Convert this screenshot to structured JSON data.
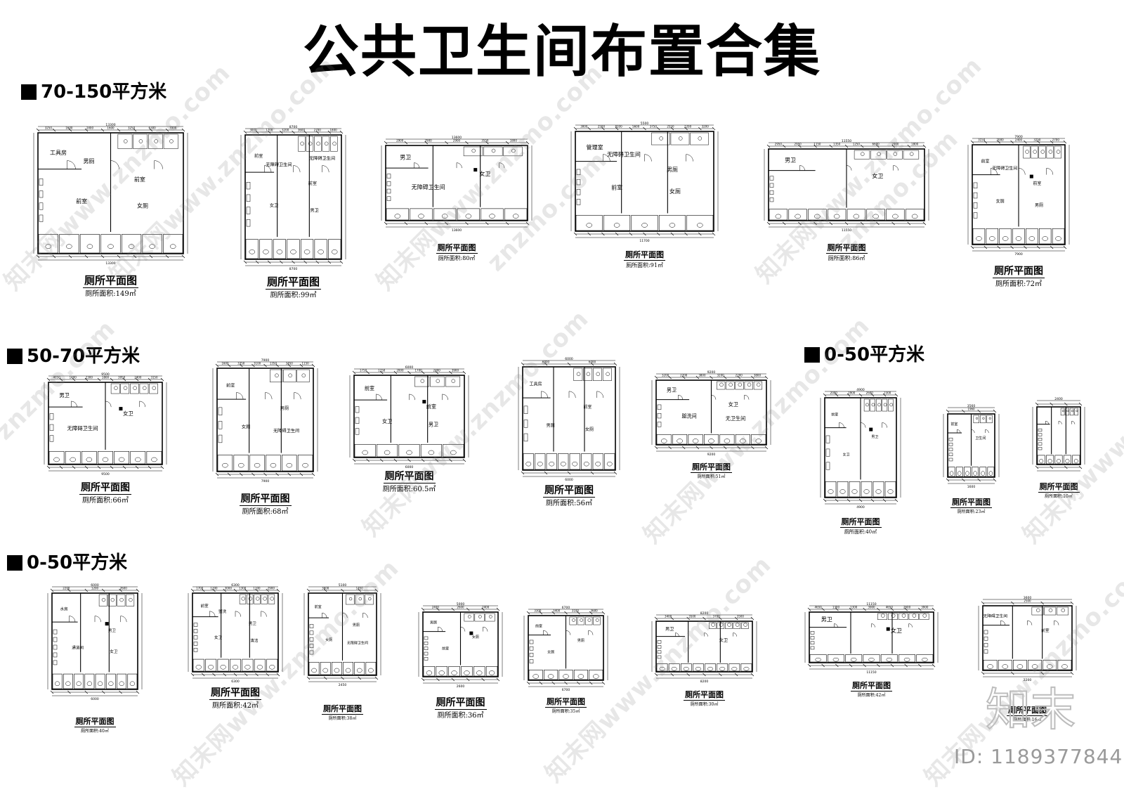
{
  "title": "公共卫生间布置合集",
  "sections": {
    "s1": "70-150平方米",
    "s2": "50-70平方米",
    "s3": "0-50平方米",
    "s4": "0-50平方米"
  },
  "plans": [
    {
      "title": "厕所平面图",
      "area": "厕所面积:149㎡",
      "rooms": [
        "工具房",
        "前室",
        "前室",
        "女厕",
        "男厕"
      ],
      "dims": [
        "13300",
        "3250",
        "1600",
        "2400",
        "1600",
        "3250",
        "6300",
        "7000",
        "13300"
      ]
    },
    {
      "title": "厕所平面图",
      "area": "厕所面积:99㎡",
      "rooms": [
        "前室",
        "前室",
        "女卫",
        "男卫",
        "无障碍卫生间",
        "无障碍卫生间"
      ],
      "dims": [
        "8700",
        "3000",
        "1700",
        "3200",
        "3600",
        "2700",
        "1800",
        "8700"
      ]
    },
    {
      "title": "厕所平面图",
      "area": "厕所面积:80㎡",
      "rooms": [
        "男卫",
        "女卫",
        "无障碍卫生间"
      ],
      "dims": [
        "13600",
        "2900",
        "2900",
        "2900",
        "3550",
        "1800",
        "13600"
      ]
    },
    {
      "title": "厕所平面图",
      "area": "厕所面积:91㎡",
      "rooms": [
        "管理室",
        "男厕",
        "前室",
        "女厕",
        "无障碍卫生间"
      ],
      "dims": [
        "5500",
        "3000",
        "2500",
        "8200",
        "5600",
        "3750",
        "2550",
        "2200",
        "3200",
        "11700"
      ]
    },
    {
      "title": "厕所平面图",
      "area": "厕所面积:86㎡",
      "rooms": [
        "男卫",
        "女卫"
      ],
      "dims": [
        "11550",
        "2950",
        "2950",
        "1150",
        "1350",
        "1250",
        "6600",
        "2000",
        "1800",
        "11550"
      ]
    },
    {
      "title": "厕所平面图",
      "area": "厕所面积:72㎡",
      "rooms": [
        "前室",
        "前室",
        "女厕",
        "男厕",
        "无障碍卫生间"
      ],
      "dims": [
        "7900",
        "3150",
        "2000",
        "2400",
        "3250",
        "2700",
        "7900"
      ]
    },
    {
      "title": "厕所平面图",
      "area": "厕所面积:66㎡",
      "rooms": [
        "男卫",
        "女卫",
        "无障碍卫生间"
      ],
      "dims": [
        "9500",
        "4050",
        "1400",
        "2300",
        "1800",
        "3950",
        "2400",
        "3150",
        "9500"
      ]
    },
    {
      "title": "厕所平面图",
      "area": "厕所面积:68㎡",
      "rooms": [
        "前室",
        "男厕",
        "女厕",
        "无障碍卫生间"
      ],
      "dims": [
        "7900",
        "1600",
        "3350",
        "3100",
        "1350",
        "3450",
        "1150",
        "7900"
      ]
    },
    {
      "title": "厕所平面图",
      "area": "厕所面积:60.5㎡",
      "rooms": [
        "前室",
        "前室",
        "女卫",
        "男卫"
      ],
      "dims": [
        "6000",
        "1750",
        "1150",
        "2000",
        "1700",
        "2400",
        "3900",
        "6000"
      ]
    },
    {
      "title": "厕所平面图",
      "area": "厕所面积:56㎡",
      "rooms": [
        "工具房",
        "前室",
        "男厕",
        "女厕"
      ],
      "dims": [
        "6000",
        "6000",
        "6000",
        "6000"
      ]
    },
    {
      "title": "厕所平面图",
      "area": "厕所面积:51㎡",
      "rooms": [
        "男卫",
        "女卫",
        "盥洗间",
        "无卫生间"
      ],
      "dims": [
        "9200",
        "3200",
        "2200",
        "3800",
        "3200",
        "2200",
        "3800",
        "9200"
      ]
    },
    {
      "title": "厕所平面图",
      "area": "厕所面积:40㎡",
      "rooms": [
        "前室",
        "男卫",
        "女卫"
      ],
      "dims": [
        "4900",
        "2000",
        "2900",
        "2600",
        "2300",
        "4900"
      ]
    },
    {
      "title": "厕所平面图",
      "area": "厕所面积:23㎡",
      "rooms": [
        "前室",
        "卫生间"
      ],
      "dims": [
        "3560",
        "1960",
        "1600"
      ]
    },
    {
      "title": "厕所平面图",
      "area": "厕所面积:10㎡",
      "rooms": [],
      "dims": [
        "2400"
      ]
    },
    {
      "title": "厕所平面图",
      "area": "厕所面积:40㎡",
      "rooms": [
        "水房",
        "男卫",
        "通道间",
        "女卫"
      ],
      "dims": [
        "6000",
        "2200",
        "1200",
        "2600",
        "6000"
      ]
    },
    {
      "title": "厕所平面图",
      "area": "厕所面积:42㎡",
      "rooms": [
        "前室",
        "男卫",
        "女卫",
        "清洁",
        "盥洗"
      ],
      "dims": [
        "6300",
        "1700",
        "1200",
        "3000",
        "1300",
        "1100",
        "2900",
        "6300"
      ]
    },
    {
      "title": "厕所平面图",
      "area": "厕所面积:38㎡",
      "rooms": [
        "前室",
        "男厕",
        "女厕",
        "无障碍卫生间"
      ],
      "dims": [
        "5100",
        "3600",
        "1450",
        "2450"
      ]
    },
    {
      "title": "厕所平面图",
      "area": "厕所面积:36㎡",
      "rooms": [
        "男厕",
        "女厕",
        "前室"
      ],
      "dims": [
        "5000",
        "2400",
        "2600",
        "2400",
        "2600"
      ]
    },
    {
      "title": "厕所平面图",
      "area": "厕所面积:35㎡",
      "rooms": [
        "前室",
        "男厕",
        "女厕"
      ],
      "dims": [
        "6700",
        "3300",
        "3400",
        "3100",
        "3600",
        "6700"
      ]
    },
    {
      "title": "厕所平面图",
      "area": "厕所面积:30㎡",
      "rooms": [
        "男卫",
        "女卫"
      ],
      "dims": [
        "8200",
        "3400",
        "3500",
        "3700",
        "3500",
        "8200"
      ]
    },
    {
      "title": "厕所平面图",
      "area": "厕所面积:42㎡",
      "rooms": [
        "男卫",
        "女卫"
      ],
      "dims": [
        "11150",
        "4650",
        "1300",
        "1300",
        "3900",
        "4650",
        "2600",
        "3900",
        "11150"
      ]
    },
    {
      "title": "厕所平面图",
      "area": "厕所面积:16㎡",
      "rooms": [
        "无障碍卫生间",
        "前室"
      ],
      "dims": [
        "3600",
        "2500",
        "2200"
      ]
    }
  ],
  "watermark": {
    "text": "知末网www.znzmo.com",
    "short": "znzmo.com"
  },
  "brand": {
    "logo_text": "知末",
    "id_text": "ID: 1189377844"
  }
}
